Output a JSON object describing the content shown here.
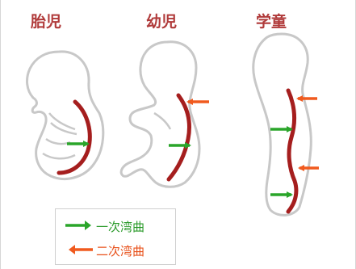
{
  "titles": {
    "fetus": "胎児",
    "infant": "幼児",
    "child": "学童"
  },
  "legend": {
    "primary_label": "一次湾曲",
    "secondary_label": "二次湾曲"
  },
  "colors": {
    "primary_curve_arrow": "#2aa52a",
    "secondary_curve_arrow": "#f05a1e",
    "spine": "#a51e1e",
    "outline": "#c8c8c8",
    "title_text": "#b03a3a",
    "legend_border": "#cfcfcf"
  }
}
